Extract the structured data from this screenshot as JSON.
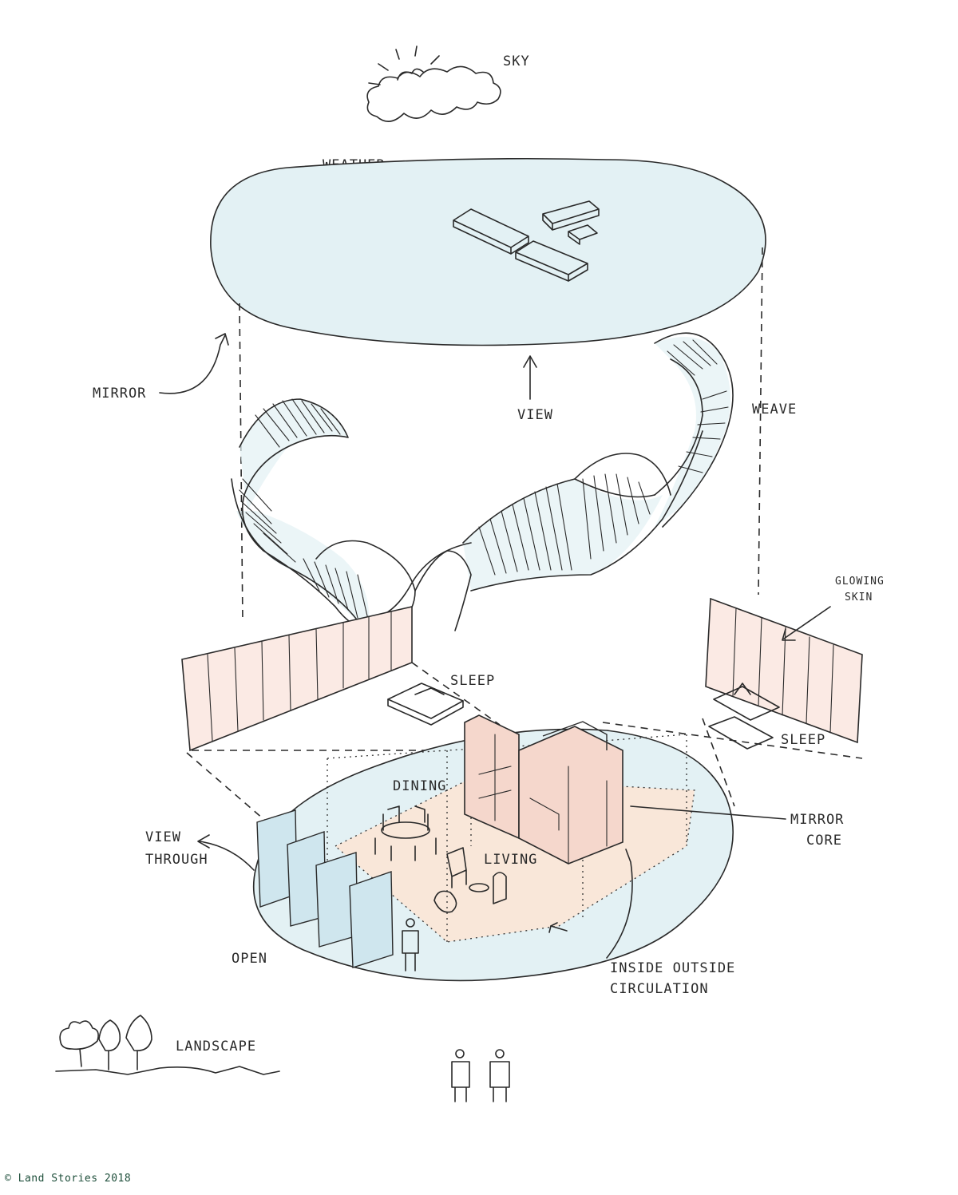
{
  "labels": {
    "sky": "SKY",
    "weather": "WEATHER",
    "mirror": "MIRROR",
    "view": "VIEW",
    "weave": "WEAVE",
    "glowing_skin": "GLOWING SKIN",
    "sleep_left": "SLEEP",
    "sleep_right": "SLEEP",
    "dining": "DINING",
    "living": "LIVING",
    "mirror_core": "MIRROR CORE",
    "view_through": "VIEW THROUGH",
    "open": "OPEN",
    "inside_outside_circulation": "INSIDE OUTSIDE CIRCULATION",
    "landscape": "LANDSCAPE"
  },
  "copyright": "© Land Stories 2018",
  "colors": {
    "ink": "#2a2a2a",
    "sky_blue": "#e3f1f4",
    "glass_blue": "#cfe6ee",
    "floor_peach": "#fbe6d6",
    "core_pink": "#f5d7cc",
    "skin_pink": "#fbeae4",
    "copyright_green": "#1d4e3a"
  }
}
